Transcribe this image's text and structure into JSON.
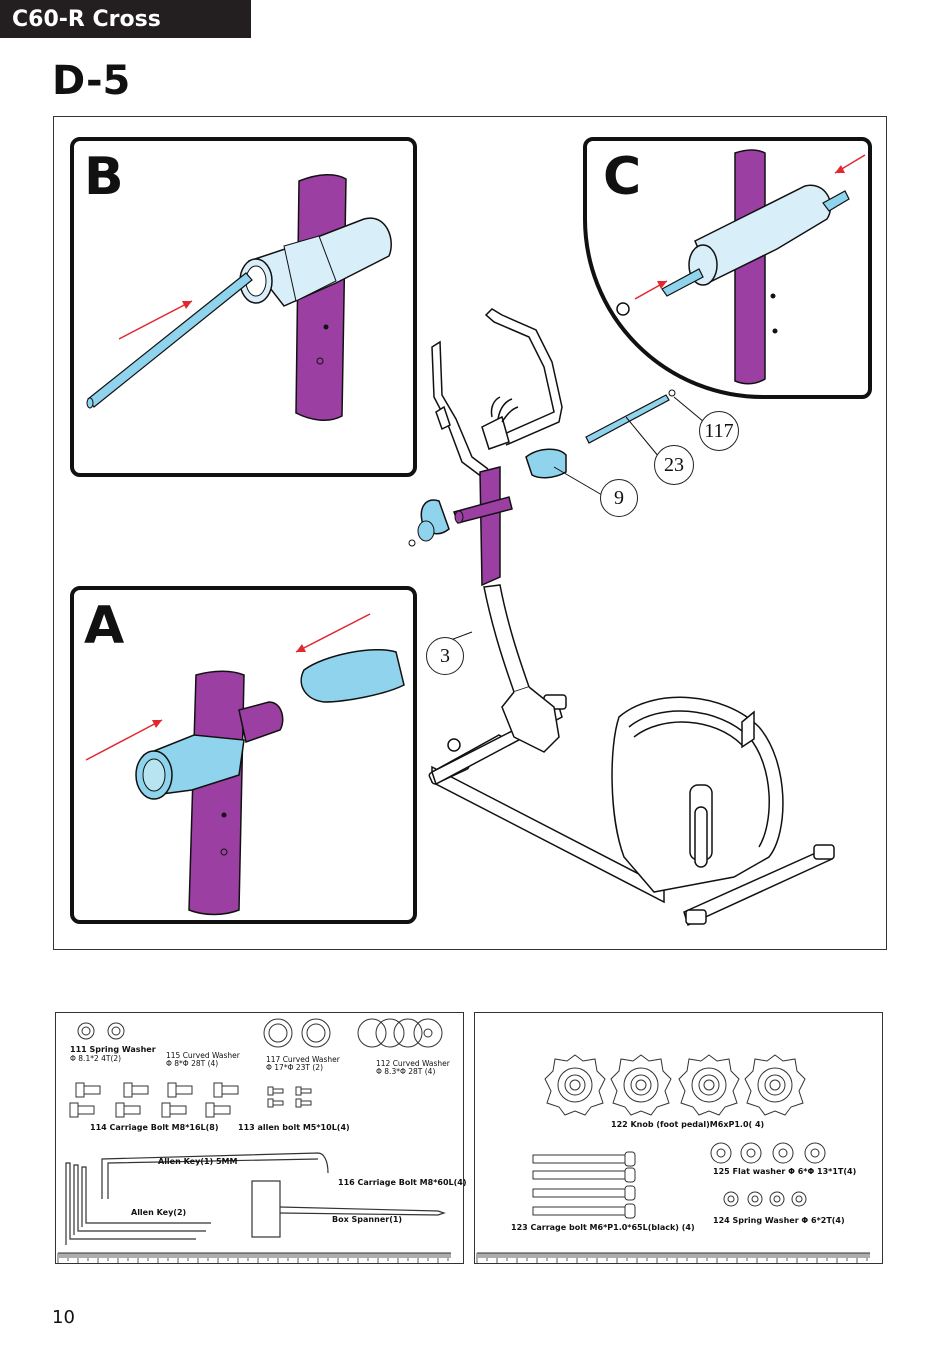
{
  "header": {
    "model": "C60-R Cross",
    "step": "D-5"
  },
  "details": [
    {
      "letter": "B"
    },
    {
      "letter": "C"
    },
    {
      "letter": "A"
    }
  ],
  "callouts": [
    "117",
    "23",
    "9",
    "3"
  ],
  "colors": {
    "tube": "#9b3fa3",
    "part": "#8fd3ec",
    "arrow": "#e0282e",
    "ink": "#111111"
  },
  "parts_left": {
    "p111_name": "111 Spring Washer",
    "p111_spec": "Φ 8.1*2 4T(2)",
    "p115_name": "115 Curved Washer",
    "p115_spec": "Φ 8*Φ 28T (4)",
    "p117_name": "117 Curved Washer",
    "p117_spec": "Φ 17*Φ 23T (2)",
    "p112_name": "112 Curved Washer",
    "p112_spec": "Φ 8.3*Φ 28T (4)",
    "p114": "114 Carriage Bolt   M8*16L(8)",
    "p113": "113 allen bolt   M5*10L(4)",
    "allen_key_1": "Allen Key(1) 5MM",
    "p116": "116 Carriage Bolt   M8*60L(4)",
    "allen_key_2": "Allen Key(2)",
    "box_spanner": "Box Spanner(1)"
  },
  "parts_right": {
    "p122": "122 Knob (foot pedal)M6xP1.0( 4)",
    "p125": "125 Flat washer   Φ 6*Φ 13*1T(4)",
    "p123": "123 Carrage bolt M6*P1.0*65L(black) (4)",
    "p124": "124 Spring Washer   Φ 6*2T(4)"
  },
  "footer": {
    "page": "10"
  }
}
